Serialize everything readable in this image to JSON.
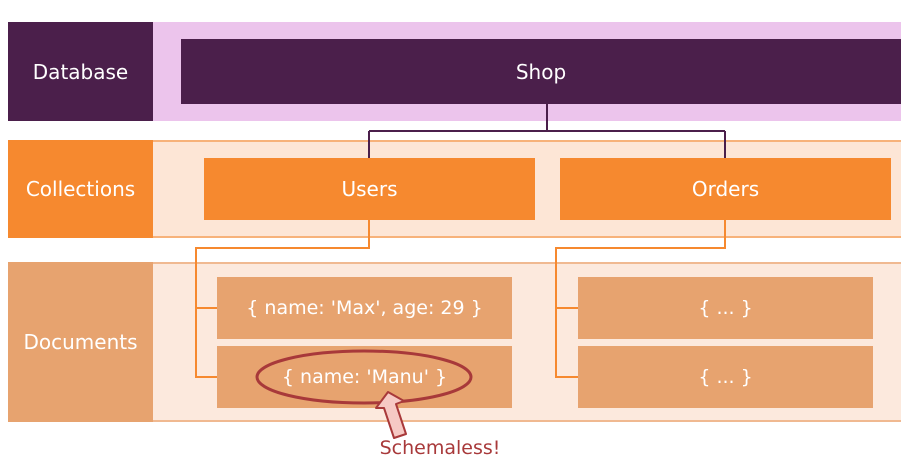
{
  "rows": {
    "database": "Database",
    "collections": "Collections",
    "documents": "Documents"
  },
  "database_name": "Shop",
  "collections": {
    "users": "Users",
    "orders": "Orders"
  },
  "documents": {
    "users_doc_1": "{ name: 'Max', age: 29 }",
    "users_doc_2": "{ name: 'Manu' }",
    "orders_doc_1": "{ ... }",
    "orders_doc_2": "{ ... }"
  },
  "annotation": "Schemaless!",
  "colors": {
    "database": "#4b1f4b",
    "database_band": "#ecc4ec",
    "collections": "#f6892f",
    "documents": "#e7a36f",
    "highlight": "#a8393a"
  }
}
